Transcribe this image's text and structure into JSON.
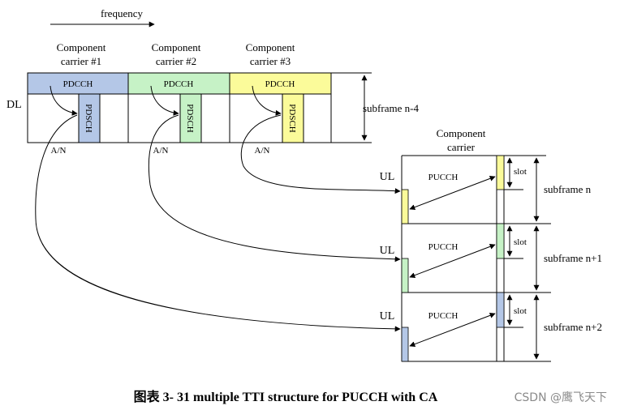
{
  "diagram": {
    "frequency_label": "frequency",
    "dl_label": "DL",
    "carriers": [
      {
        "title_line1": "Component",
        "title_line2": "carrier #1",
        "pdcch": "PDCCH",
        "pdsch": "PDSCH",
        "an": "A/N",
        "color": "#b4c7e7"
      },
      {
        "title_line1": "Component",
        "title_line2": "carrier #2",
        "pdcch": "PDCCH",
        "pdsch": "PDSCH",
        "an": "A/N",
        "color": "#c6f2c6"
      },
      {
        "title_line1": "Component",
        "title_line2": "carrier #3",
        "pdcch": "PDCCH",
        "pdsch": "PDSCH",
        "an": "A/N",
        "color": "#fbfb9a"
      }
    ],
    "dl_subframe_label": "subframe n-4",
    "ul_header_line1": "Component",
    "ul_header_line2": "carrier",
    "ul_rows": [
      {
        "ul": "UL",
        "pucch": "PUCCH",
        "slot": "slot",
        "subframe": "subframe n",
        "color": "#fbfb9a"
      },
      {
        "ul": "UL",
        "pucch": "PUCCH",
        "slot": "slot",
        "subframe": "subframe n+1",
        "color": "#c6f2c6"
      },
      {
        "ul": "UL",
        "pucch": "PUCCH",
        "slot": "slot",
        "subframe": "subframe n+2",
        "color": "#b4c7e7"
      }
    ]
  },
  "caption": "图表  3- 31    multiple TTI structure for PUCCH with CA",
  "watermark": "CSDN @鹰飞天下"
}
